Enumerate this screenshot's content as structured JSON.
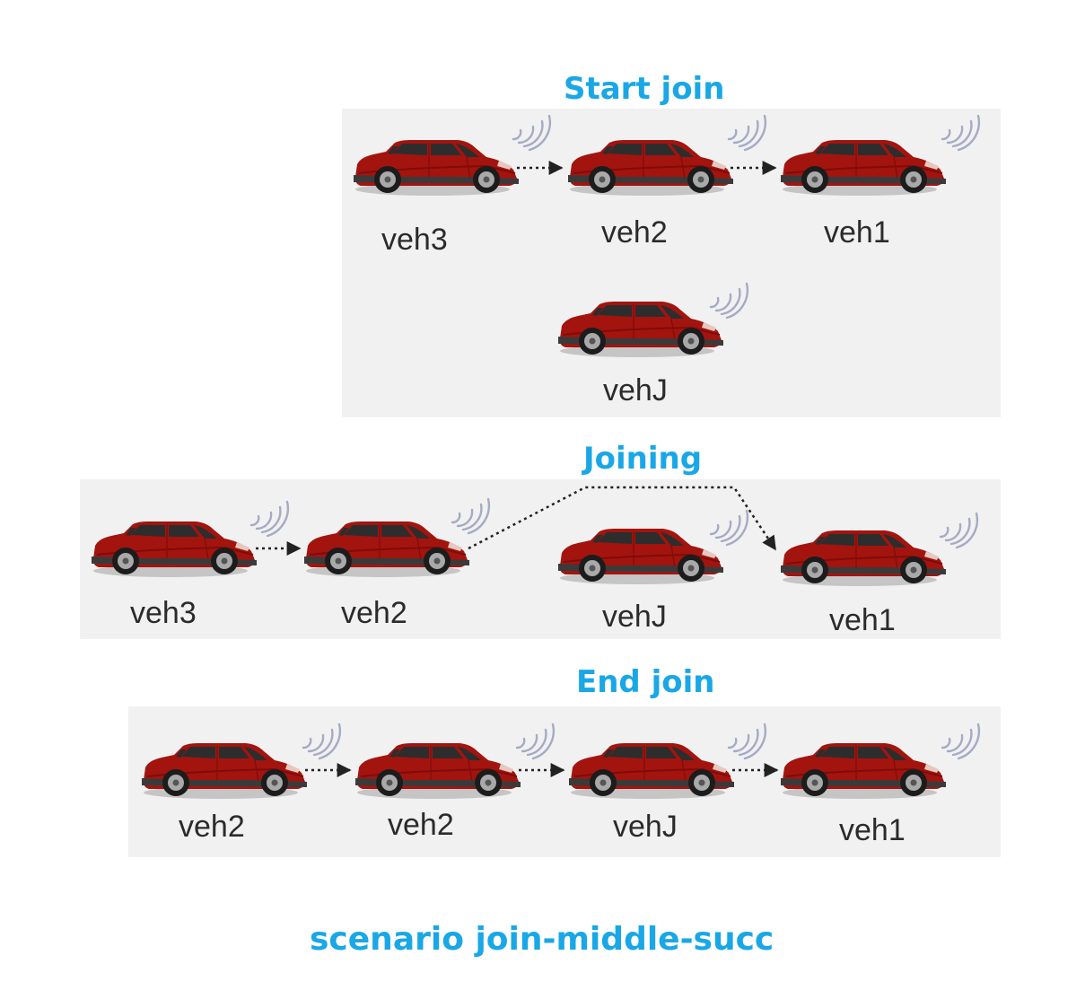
{
  "titles": {
    "start": "Start join",
    "joining": "Joining",
    "end": "End join",
    "footer": "scenario join-middle-succ"
  },
  "start_panel": {
    "vehicles": [
      "veh3",
      "veh2",
      "veh1",
      "vehJ"
    ]
  },
  "joining_panel": {
    "vehicles": [
      "veh3",
      "veh2",
      "vehJ",
      "veh1"
    ]
  },
  "end_panel": {
    "vehicles": [
      "veh2",
      "veh2",
      "vehJ",
      "veh1"
    ]
  },
  "colors": {
    "title": "#19a7e6",
    "panel": "#f1f1f1",
    "car_body": "#a3140f",
    "signal": "#a6aac4"
  }
}
